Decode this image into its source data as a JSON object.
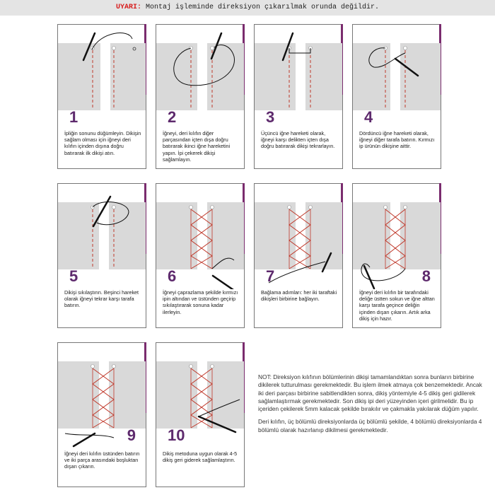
{
  "warning": {
    "label": "UYARI:",
    "text": "Montaj işleminde direksiyon çıkarılmak orunda değildir."
  },
  "steps": [
    {
      "number": "1",
      "text": "İpliğin sonunu düğümleyin. Dikişin sağlam olması için iğneyi deri kılıfın içinden dışına doğru batırarak ilk dikişi atın."
    },
    {
      "number": "2",
      "text": "İğneyi, deri kılıfın diğer parçasından içten dışa doğru batırarak ikinci iğne hareketini yapın. İpi çekerek dikişi sağlamlayın."
    },
    {
      "number": "3",
      "text": "Üçüncü iğne hareketi olarak, iğneyi karşı delikten içten dışa doğru batırarak dikişi tekrarlayın."
    },
    {
      "number": "4",
      "text": "Dördüncü iğne hareketi olarak, iğneyi diğer tarafa batırın. Kırmızı ip ürünün dikişine aittir."
    },
    {
      "number": "5",
      "text": "Dikişi sıkılaştırın. Beşinci hareket olarak iğneyi tekrar karşı tarafa batırın."
    },
    {
      "number": "6",
      "text": "İğneyi çaprazlama şekilde kırmızı ipin altından ve üstünden geçirip sıkılaştırarak sonuna kadar ilerleyin."
    },
    {
      "number": "7",
      "text": "Bağlama adımları: her iki taraftaki dikişleri birbirine bağlayın."
    },
    {
      "number": "8",
      "text": "İğneyi deri kılıfın bir tarafındaki deliğe üstten sokun ve iğne alttan karşı tarafa geçince deliğin içinden dışarı çıkarın. Artık arka dikiş için hazır."
    },
    {
      "number": "9",
      "text": "İğneyi deri kılıfın üstünden batırın ve iki parça arasındaki boşluktan dışarı çıkarın."
    },
    {
      "number": "10",
      "text": "Dikiş metoduna uygun olarak 4-5 dikiş geri giderek sağlamlaştırın."
    }
  ],
  "note": {
    "paragraph1": "NOT: Direksiyon kılıfının bölümlerinin dikişi tamamlandıktan sonra bunların birbirine dikilerek tutturulması gerekmektedir. Bu işlem ilmek atmaya çok benzemektedir. Ancak iki deri parçası birbirine sabitlendikten sonra, dikiş yöntemiyle 4-5 dikiş geri gidilerek sağlamlaştırmak gerekmektedir. Son dikiş ipi deri yüzeyinden içeri girilmelidir. Bu ip içeriden çekilerek 5mm kalacak şekilde bırakılır ve çakmakla yakılarak düğüm yapılır.",
    "paragraph2": "Deri kılıfın, üç bölümlü direksiyonlarda üç bölümlü şekilde, 4 bölümlü direksiyonlarda 4 bölümlü olarak hazırlanıp dikilmesi gerekmektedir."
  },
  "colors": {
    "thread_red": "#c0392b",
    "accent_purple": "#5e2a6d",
    "panel_gray": "#d9d9d9",
    "needle_black": "#111111"
  }
}
